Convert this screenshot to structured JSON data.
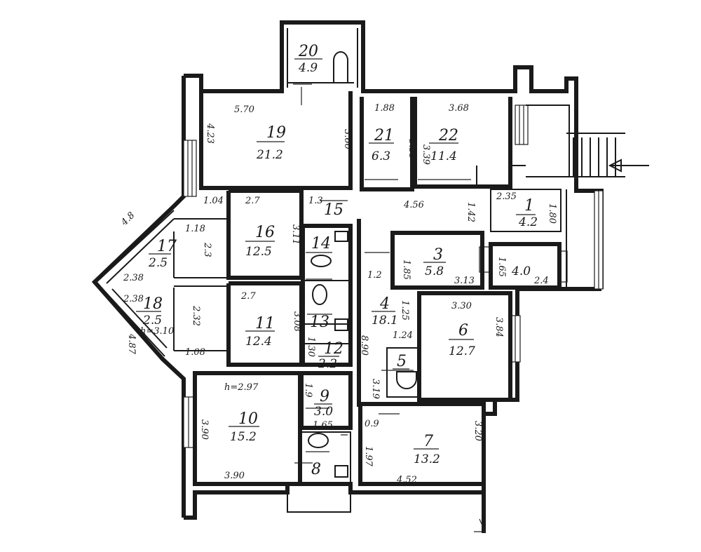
{
  "rooms": [
    {
      "id": "r1",
      "number": "1",
      "area": "4.2"
    },
    {
      "id": "r3",
      "number": "3",
      "area": "5.8"
    },
    {
      "id": "r4",
      "number": "4",
      "area": "18.1"
    },
    {
      "id": "r5",
      "number": "5",
      "area": ""
    },
    {
      "id": "r6",
      "number": "6",
      "area": "12.7"
    },
    {
      "id": "r7",
      "number": "7",
      "area": "13.2"
    },
    {
      "id": "r8",
      "number": "8",
      "area": ""
    },
    {
      "id": "r9",
      "number": "9",
      "area": "3.0"
    },
    {
      "id": "r10",
      "number": "10",
      "area": "15.2"
    },
    {
      "id": "r11",
      "number": "11",
      "area": "12.4"
    },
    {
      "id": "r12",
      "number": "12",
      "area": "2.2"
    },
    {
      "id": "r13",
      "number": "13",
      "area": ""
    },
    {
      "id": "r14",
      "number": "14",
      "area": ""
    },
    {
      "id": "r15",
      "number": "15",
      "area": ""
    },
    {
      "id": "r16",
      "number": "16",
      "area": "12.5"
    },
    {
      "id": "r17",
      "number": "17",
      "area": "2.5"
    },
    {
      "id": "r18",
      "number": "18",
      "area": "2.5"
    },
    {
      "id": "r19",
      "number": "19",
      "area": "21.2"
    },
    {
      "id": "r20",
      "number": "20",
      "area": "4.9"
    },
    {
      "id": "r21",
      "number": "21",
      "area": "6.3"
    },
    {
      "id": "r22",
      "number": "22",
      "area": "11.4"
    },
    {
      "id": "r2",
      "number": "",
      "area": "4.0"
    }
  ],
  "dimensions": [
    "5.70",
    "3.60",
    "4.23",
    "1.04",
    "1.88",
    "3.35",
    "3.68",
    "3.39",
    "2.7",
    "1.3",
    "3.11",
    "4.56",
    "1.42",
    "2.35",
    "1.80",
    "1.18",
    "2.3",
    "4.8",
    "2.38",
    "2.38",
    "2.32",
    "1.08",
    "4.87",
    "2.7",
    "3.08",
    "1.2",
    "1.85",
    "3.13",
    "1.65",
    "2.4",
    "3.30",
    "3.84",
    "1.25",
    "1.24",
    "8.90",
    "1.30",
    "3.19",
    "1.9",
    "1.65",
    "0.9",
    "3.90",
    "3.90",
    "3.20",
    "1.97",
    "4.52"
  ],
  "annotations": [
    "h=2.97",
    "h=3.10"
  ]
}
